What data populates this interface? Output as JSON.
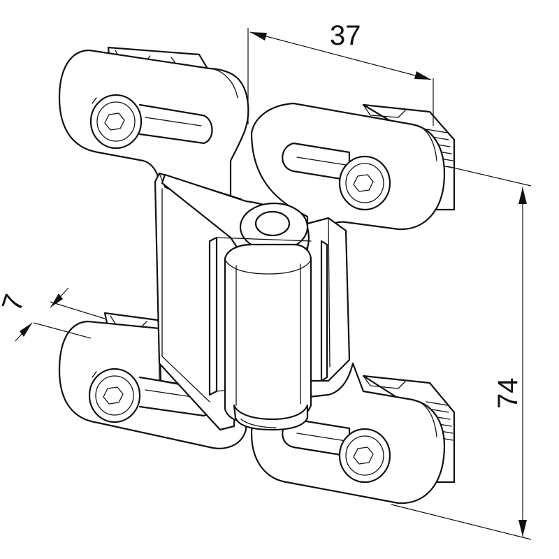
{
  "dimensions": {
    "width_label": "37",
    "height_label": "74",
    "offset_label": "7"
  },
  "colors": {
    "line": "#111111",
    "background": "#ffffff"
  }
}
